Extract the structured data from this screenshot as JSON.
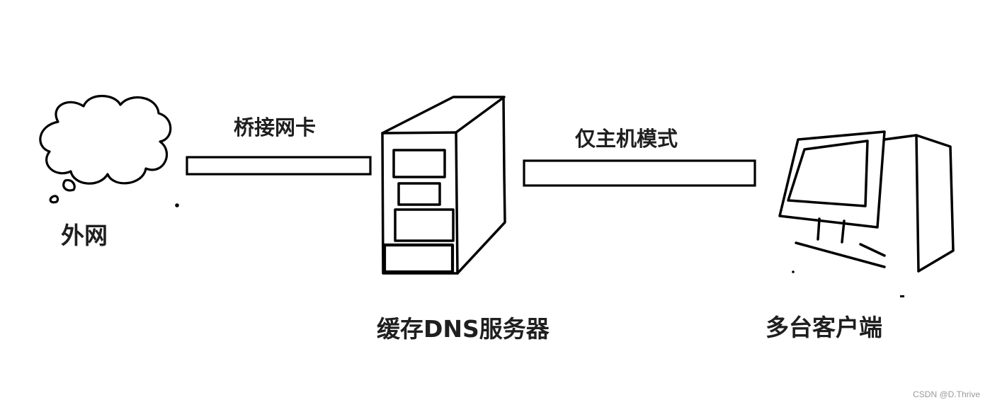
{
  "nodes": {
    "internet": "外网",
    "server": "缓存DNS服务器",
    "clients": "多台客户端"
  },
  "links": {
    "bridge": "桥接网卡",
    "host_only": "仅主机模式"
  },
  "icons": {
    "internet": "cloud-icon",
    "server": "server-tower-icon",
    "clients": "desktop-computer-icon"
  },
  "colors": {
    "stroke": "#000000",
    "text": "#1f1f1f",
    "background": "#ffffff"
  },
  "watermark": "CSDN @D.Thrive"
}
